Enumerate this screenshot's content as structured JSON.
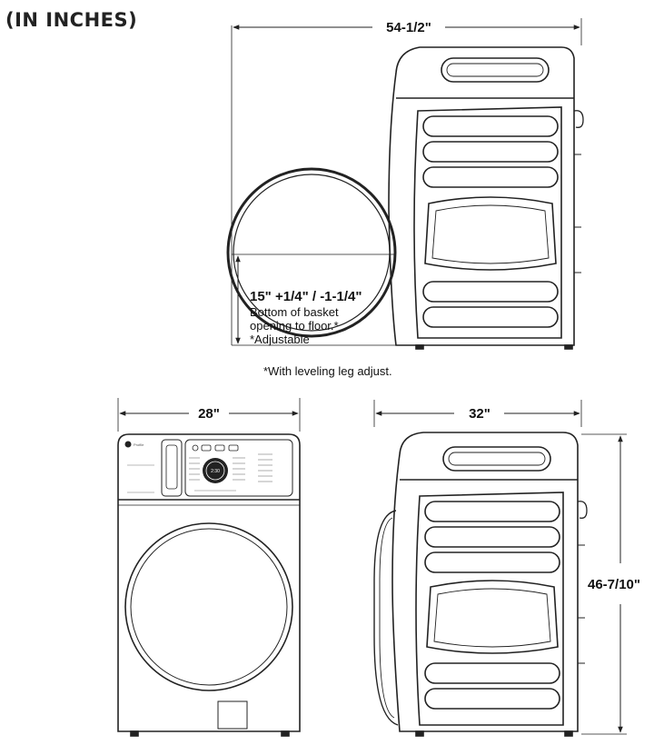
{
  "heading": "(IN INCHES)",
  "dimensions": {
    "depth_door_open": "54-1/2\"",
    "width": "28\"",
    "depth": "32\"",
    "height": "46-7/10\""
  },
  "basket_note": {
    "value": "15\" +1/4\" / -1-1/4\"",
    "line1": "Bottom of basket",
    "line2": "opening to floor.*",
    "line3": "*Adjustable"
  },
  "leveling_note": "*With leveling leg adjust.",
  "brand_logo": "Profile",
  "panel_display": "2:30",
  "colors": {
    "line": "#222222",
    "fill": "#ffffff",
    "light": "#888888"
  }
}
